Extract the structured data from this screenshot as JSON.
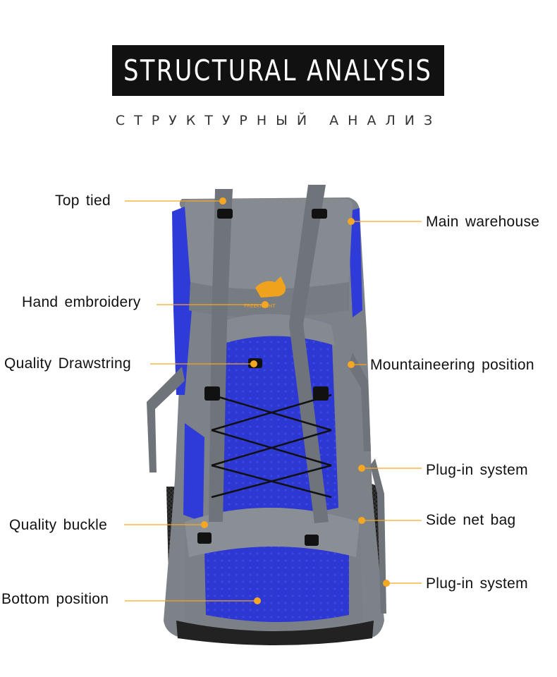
{
  "header": {
    "title": "STRUCTURAL ANALYSIS",
    "subtitle": "СТРУКТУРНЫЙ АНАЛИЗ"
  },
  "colors": {
    "leader": "#f5a623",
    "bag_blue": "#2f3bd8",
    "bag_gray": "#7d8288"
  },
  "labels": {
    "top_tied": "Top tied",
    "main_warehouse": "Main warehouse",
    "hand_embroidery": "Hand embroidery",
    "quality_drawstring": "Quality Drawstring",
    "mountaineering_position": "Mountaineering position",
    "plug_in_system_1": "Plug-in system",
    "quality_buckle": "Quality buckle",
    "side_net_bag": "Side net bag",
    "bottom_position": "Bottom position",
    "plug_in_system_2": "Plug-in system"
  },
  "product": {
    "logo_text": "FREEKNIGHT"
  }
}
